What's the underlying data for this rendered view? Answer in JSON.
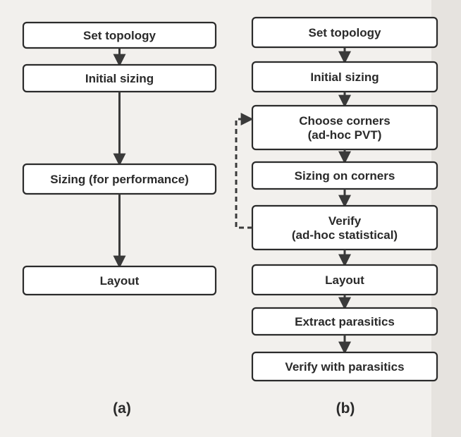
{
  "diagram_a": {
    "caption": "(a)",
    "steps": [
      "Set topology",
      "Initial sizing",
      "Sizing (for performance)",
      "Layout"
    ]
  },
  "diagram_b": {
    "caption": "(b)",
    "steps": [
      "Set topology",
      "Initial sizing",
      [
        "Choose corners",
        "(ad-hoc PVT)"
      ],
      "Sizing on corners",
      [
        "Verify",
        "(ad-hoc statistical)"
      ],
      "Layout",
      "Extract parasitics",
      "Verify with parasitics"
    ],
    "feedback": {
      "from_step": 4,
      "to_step": 2,
      "style": "dashed"
    }
  },
  "colors": {
    "ink": "#2a2a2a",
    "box_fill": "#ffffff",
    "page_bg": "#f2f0ed"
  }
}
